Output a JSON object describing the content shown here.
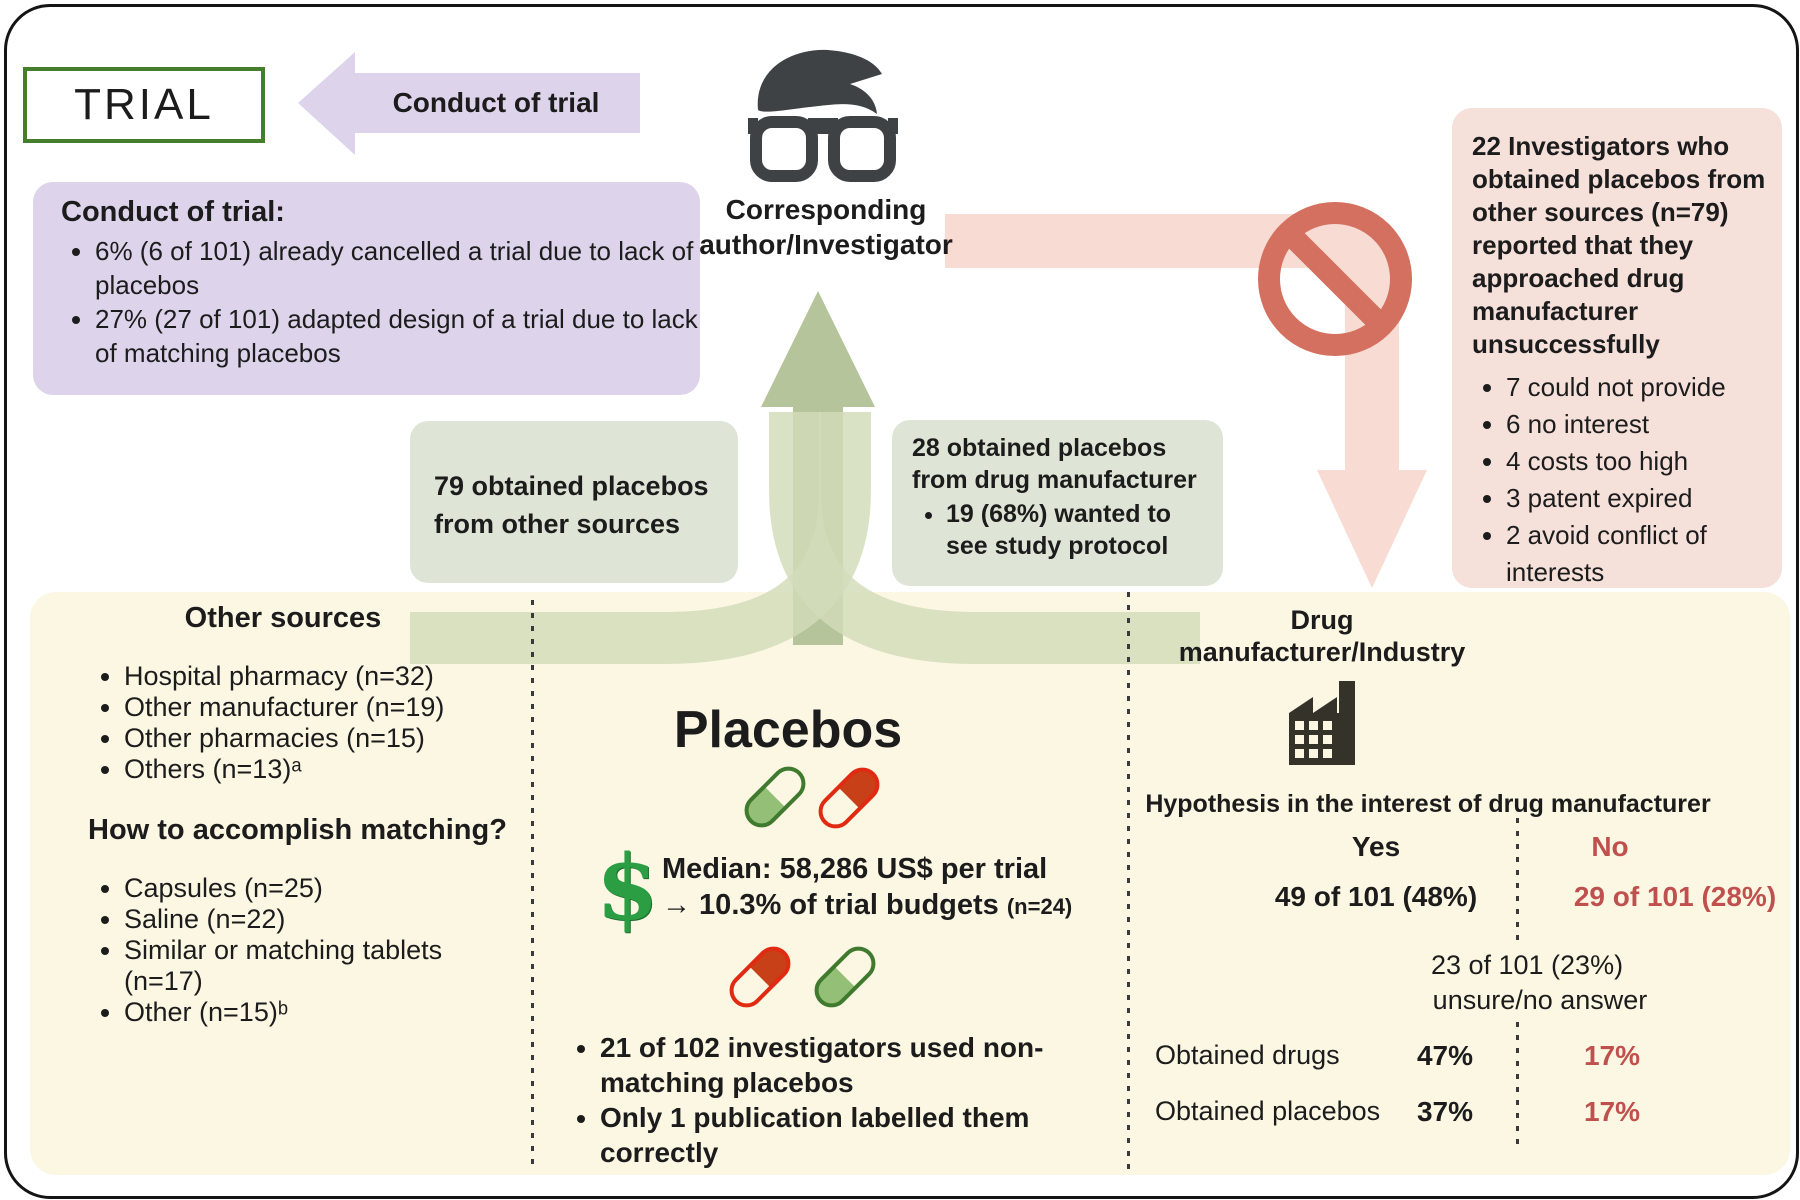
{
  "figure": {
    "trial_label": "TRIAL",
    "conduct_arrow_label": "Conduct of trial",
    "conduct_box": {
      "title": "Conduct of trial:",
      "bullets": [
        "6% (6 of 101) already cancelled a trial due to lack of placebos",
        "27% (27 of 101) adapted design of a trial due to lack of matching placebos"
      ]
    },
    "investigator_label": "Corresponding\nauthor/Investigator",
    "other_sources_box": "79 obtained placebos\nfrom other sources",
    "manufacturer_box": {
      "title": "28 obtained placebos\nfrom drug manufacturer",
      "bullet": "19 (68%) wanted to\nsee study protocol"
    },
    "refusal_box": {
      "intro": "22 Investigators who obtained placebos from other sources (n=79) reported that they approached drug manufacturer unsuccessfully",
      "bullets": [
        "7 could not provide",
        "6 no interest",
        "4 costs too high",
        "3 patent expired",
        "2 avoid conflict of\ninterests"
      ]
    },
    "left_panel": {
      "title": "Other sources",
      "bullets": [
        "Hospital pharmacy (n=32)",
        "Other manufacturer (n=19)",
        "Other pharmacies (n=15)",
        "Others (n=13)ᵃ"
      ],
      "matching_title": "How to accomplish matching?",
      "matching_bullets": [
        "Capsules (n=25)",
        "Saline (n=22)",
        "Similar or matching tablets\n(n=17)",
        "Other (n=15)ᵇ"
      ]
    },
    "center_panel": {
      "title": "Placebos",
      "dollar_glyph": "$",
      "median_line": "Median: 58,286 US$ per trial",
      "budget_line": "→ 10.3% of trial budgets ",
      "budget_note": "(n=24)",
      "bullets": [
        "21 of 102 investigators used non-\nmatching placebos",
        "Only 1 publication labelled them\ncorrectly"
      ]
    },
    "right_panel": {
      "title": "Drug\nmanufacturer/Industry",
      "hypothesis_title": "Hypothesis in the interest of drug manufacturer",
      "yes_label": "Yes",
      "no_label": "No",
      "yes_value": "49 of 101 (48%)",
      "no_value": "29 of 101 (28%)",
      "unsure_value": "23 of 101 (23%)",
      "unsure_label": "unsure/no answer",
      "rows": [
        {
          "label": "Obtained drugs",
          "yes": "47%",
          "no": "17%"
        },
        {
          "label": "Obtained placebos",
          "yes": "37%",
          "no": "17%"
        }
      ]
    },
    "colors": {
      "purple": "#ddd3eb",
      "green_box": "#dfe5d6",
      "green_arrow": "#b5c49a",
      "green_band": "#d2dcba",
      "cream_panel": "#fcf7e3",
      "pink_band": "#f8dbd3",
      "pink_box": "#f5e0da",
      "ban_red": "#d4705f",
      "red_text": "#c0504d",
      "trial_border_green": "#467f2b",
      "pill_green": "#93bf76",
      "pill_red": "#c84018"
    }
  }
}
